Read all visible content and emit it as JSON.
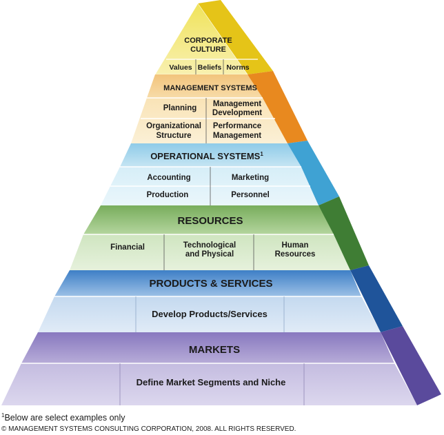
{
  "tiers": {
    "culture": {
      "title_line1": "CORPORATE",
      "title_line2": "CULTURE",
      "cells": [
        "Values",
        "Beliefs",
        "Norms"
      ],
      "front_color": "#f5ea8a",
      "side_color": "#e3c51d"
    },
    "management": {
      "title": "MANAGEMENT SYSTEMS",
      "cell_planning": "Planning",
      "cell_mgmt_dev_line1": "Management",
      "cell_mgmt_dev_line2": "Development",
      "cell_org_line1": "Organizational",
      "cell_org_line2": "Structure",
      "cell_perf_line1": "Performance",
      "cell_perf_line2": "Management",
      "front_color": "#f6dca6",
      "side_color": "#e8891f"
    },
    "operational": {
      "title": "OPERATIONAL SYSTEMS",
      "title_superscript": "1",
      "cells": [
        "Accounting",
        "Marketing",
        "Production",
        "Personnel"
      ],
      "front_color": "#cde8f4",
      "side_color": "#3fa2d3"
    },
    "resources": {
      "title": "RESOURCES",
      "cell_financial": "Financial",
      "cell_tech_line1": "Technological",
      "cell_tech_line2": "and Physical",
      "cell_human_line1": "Human",
      "cell_human_line2": "Resources",
      "front_color": "#d5e7c7",
      "side_color": "#3f7d34"
    },
    "products": {
      "title": "PRODUCTS & SERVICES",
      "cell": "Develop Products/Services",
      "front_color": "#cfe0f1",
      "side_color": "#1f549a"
    },
    "markets": {
      "title": "MARKETS",
      "cell": "Define Market Segments and Niche",
      "front_color": "#d3cce6",
      "side_color": "#5a4a9c"
    }
  },
  "footnote": {
    "marker": "1",
    "text": "Below are select examples only"
  },
  "copyright": "© MANAGEMENT SYSTEMS CONSULTING CORPORATION, 2008. ALL RIGHTS RESERVED."
}
